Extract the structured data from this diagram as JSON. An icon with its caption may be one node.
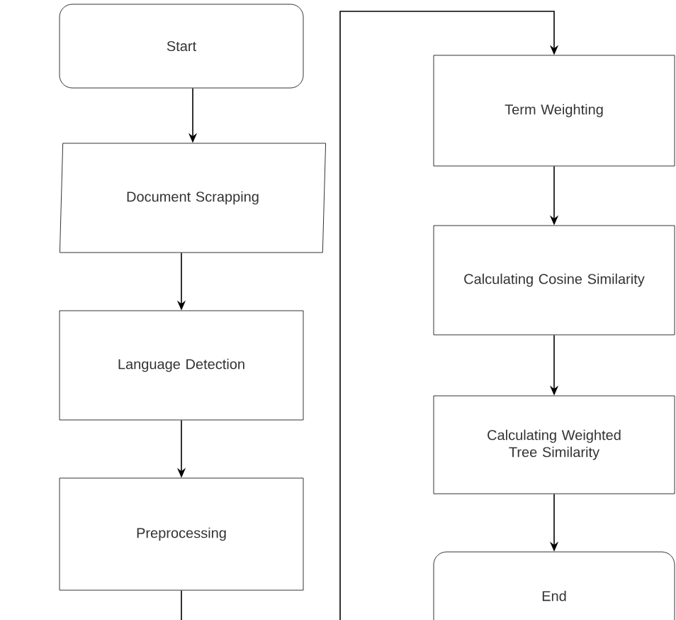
{
  "diagram": {
    "nodes": [
      {
        "text": [
          "Start"
        ]
      },
      {
        "text": [
          "Document Scrapping"
        ]
      },
      {
        "text": [
          "Language Detection"
        ]
      },
      {
        "text": [
          "Preprocessing"
        ]
      },
      {
        "text": [
          "Term Weighting"
        ]
      },
      {
        "text": [
          "Calculating Cosine Similarity"
        ]
      },
      {
        "text": [
          "Calculating Weighted Tree Similarity"
        ]
      },
      {
        "text": [
          "End"
        ]
      }
    ],
    "edges": [
      {
        "from": 0,
        "to": 1,
        "arrow": "to"
      },
      {
        "from": 1,
        "to": 2,
        "arrow": "to"
      },
      {
        "from": 2,
        "to": 3,
        "arrow": "to"
      },
      {
        "from": 3,
        "to": 4,
        "arrow": "to"
      },
      {
        "from": 4,
        "to": 5,
        "arrow": "to"
      },
      {
        "from": 5,
        "to": 6,
        "arrow": "to"
      },
      {
        "from": 6,
        "to": 7,
        "arrow": "to"
      }
    ]
  }
}
